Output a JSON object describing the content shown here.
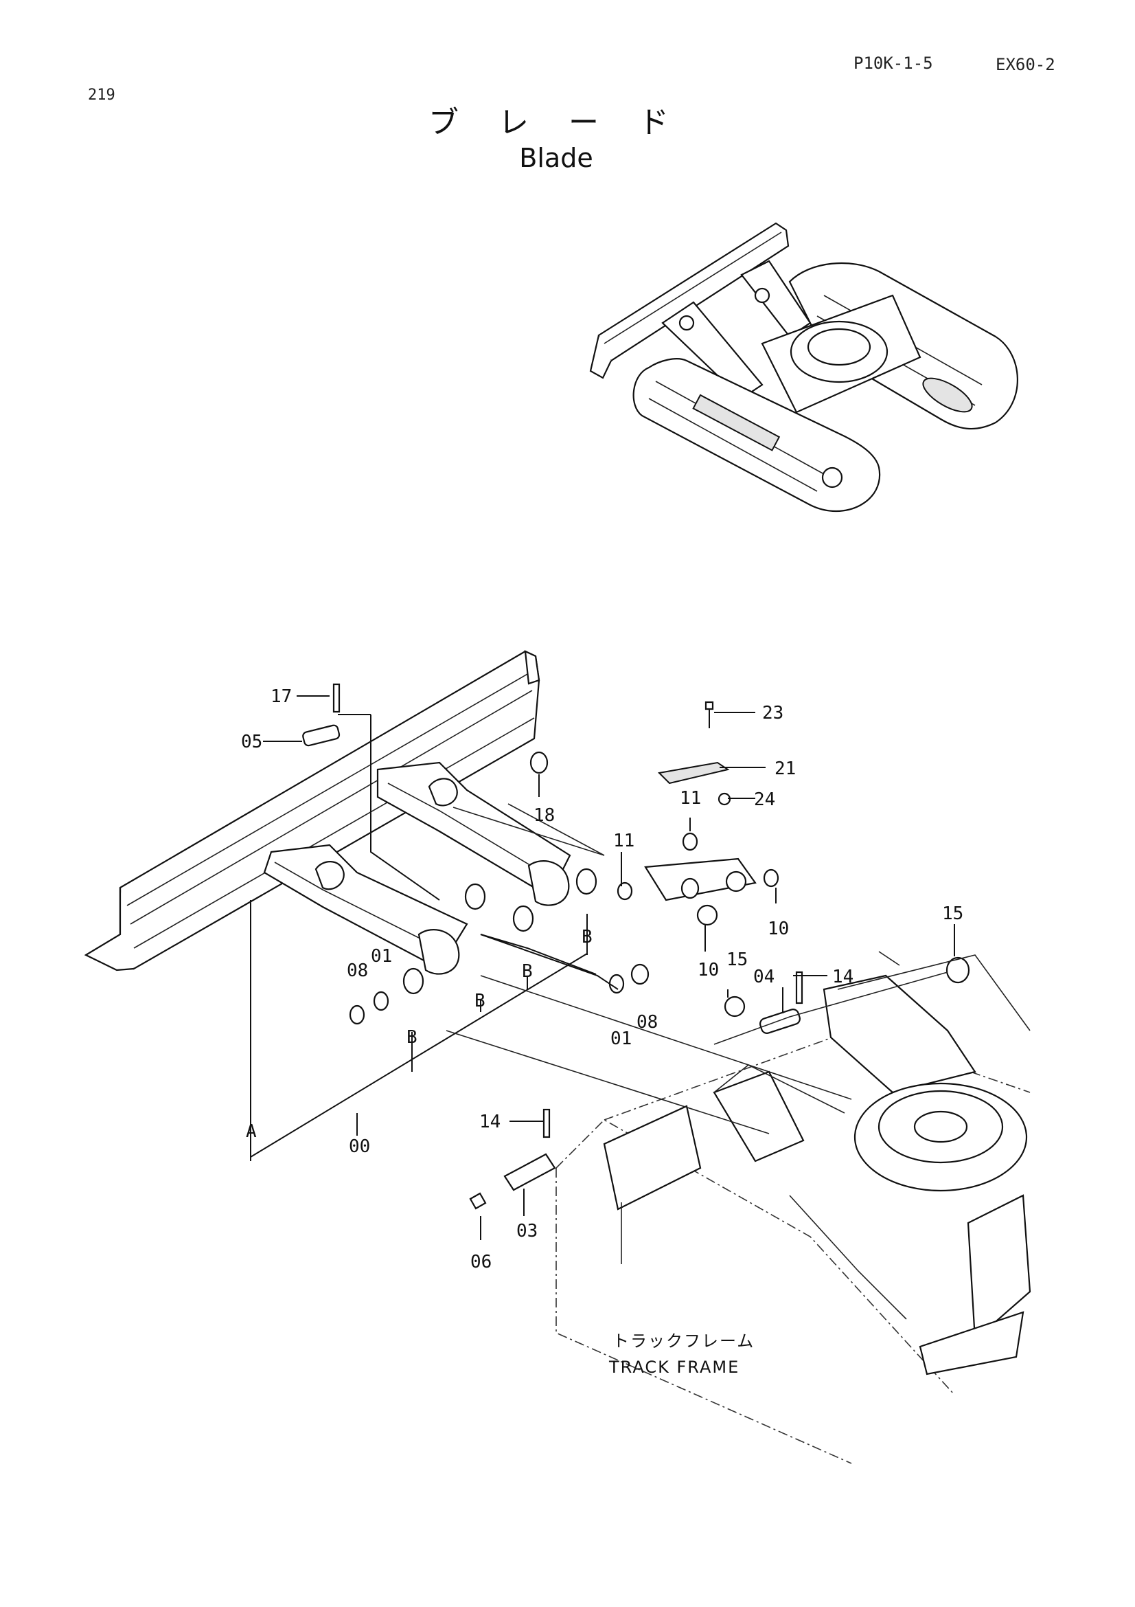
{
  "header": {
    "page_number": "219",
    "catalog_code": "P10K-1-5",
    "model": "EX60-2"
  },
  "title": {
    "japanese": "ブ レ ー ド",
    "english": "Blade"
  },
  "frame_label": {
    "japanese": "トラックフレーム",
    "english": "TRACK FRAME"
  },
  "callouts": {
    "p00": "00",
    "p01a": "01",
    "p01b": "01",
    "p03": "03",
    "p04": "04",
    "p05": "05",
    "p06": "06",
    "p08a": "08",
    "p08b": "08",
    "p10a": "10",
    "p10b": "10",
    "p11a": "11",
    "p11b": "11",
    "p14a": "14",
    "p14b": "14",
    "p15a": "15",
    "p15b": "15",
    "p17": "17",
    "p18": "18",
    "p21": "21",
    "p23": "23",
    "p24": "24",
    "refA": "A",
    "refB1": "B",
    "refB2": "B",
    "refB3": "B",
    "refB4": "B"
  }
}
